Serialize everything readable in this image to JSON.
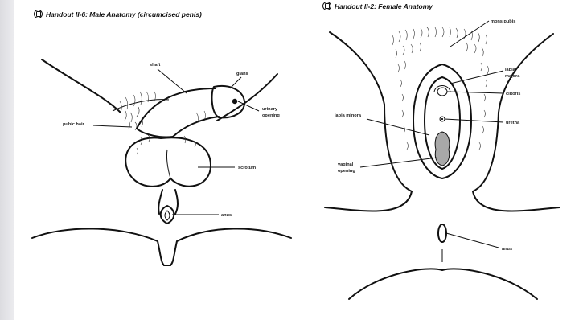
{
  "male": {
    "title": "Handout II-6: Male Anatomy (circumcised penis)",
    "labels": {
      "shaft": "shaft",
      "glans": "glans",
      "urinary_opening_1": "urinary",
      "urinary_opening_2": "opening",
      "pubic_hair": "pubic hair",
      "scrotum": "scrotum",
      "anus": "anus"
    }
  },
  "female": {
    "title": "Handout II-2: Female Anatomy",
    "labels": {
      "mons_pubis": "mons pubis",
      "labia_majora_1": "labia",
      "labia_majora_2": "majora",
      "clitoris": "clitoris",
      "labia_minora": "labia minora",
      "uretha": "uretha",
      "vaginal_opening_1": "vaginal",
      "vaginal_opening_2": "opening",
      "anus": "anus"
    }
  },
  "icons": {
    "handout_badge": "handout-badge-icon"
  }
}
